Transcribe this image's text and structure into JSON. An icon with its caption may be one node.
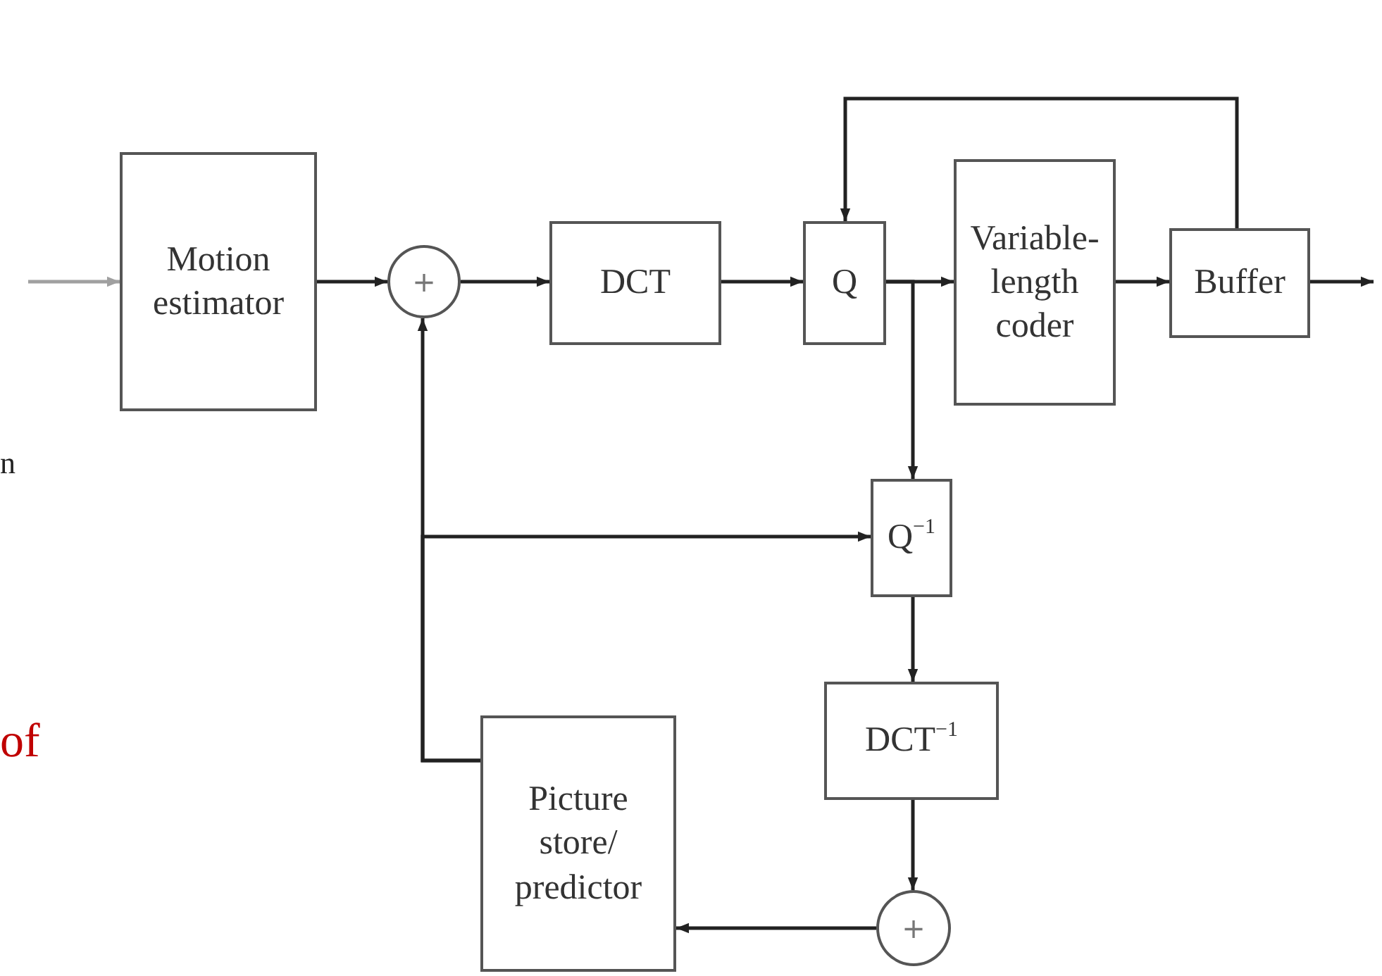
{
  "diagram": {
    "nodes": [
      {
        "text": [
          "Motion estimator"
        ]
      },
      {
        "text": [
          "+"
        ]
      },
      {
        "text": [
          "DCT"
        ]
      },
      {
        "text": [
          "Q"
        ]
      },
      {
        "text": [
          "Variable-length coder"
        ]
      },
      {
        "text": [
          "Buffer"
        ]
      },
      {
        "text": [
          "Q$^{−1}$"
        ]
      },
      {
        "text": [
          "DCT$^{−1}$"
        ]
      },
      {
        "text": [
          "+"
        ]
      },
      {
        "text": [
          "Picture store/ predictor"
        ]
      }
    ],
    "edges": [
      {
        "from": null,
        "to": 0,
        "arrow": "to",
        "color": "#a0a0a0"
      },
      {
        "from": 0,
        "to": 1,
        "arrow": "to"
      },
      {
        "from": 1,
        "to": 2,
        "arrow": "to"
      },
      {
        "from": 2,
        "to": 3,
        "arrow": "to"
      },
      {
        "from": 3,
        "to": 4,
        "arrow": "to"
      },
      {
        "from": 4,
        "to": 5,
        "arrow": "to"
      },
      {
        "from": 5,
        "to": null,
        "arrow": "to"
      },
      {
        "from": 5,
        "to": 3,
        "arrow": "to"
      },
      {
        "from": 3,
        "to": 6,
        "arrow": "to"
      },
      {
        "from": 9,
        "to": 1,
        "arrow": "to"
      },
      {
        "from": 9,
        "to": 6,
        "arrow": "to"
      },
      {
        "from": 6,
        "to": 7,
        "arrow": "to"
      },
      {
        "from": 7,
        "to": 8,
        "arrow": "to"
      },
      {
        "from": 8,
        "to": 9,
        "arrow": "to"
      }
    ],
    "labels": [
      "n",
      "of"
    ]
  }
}
